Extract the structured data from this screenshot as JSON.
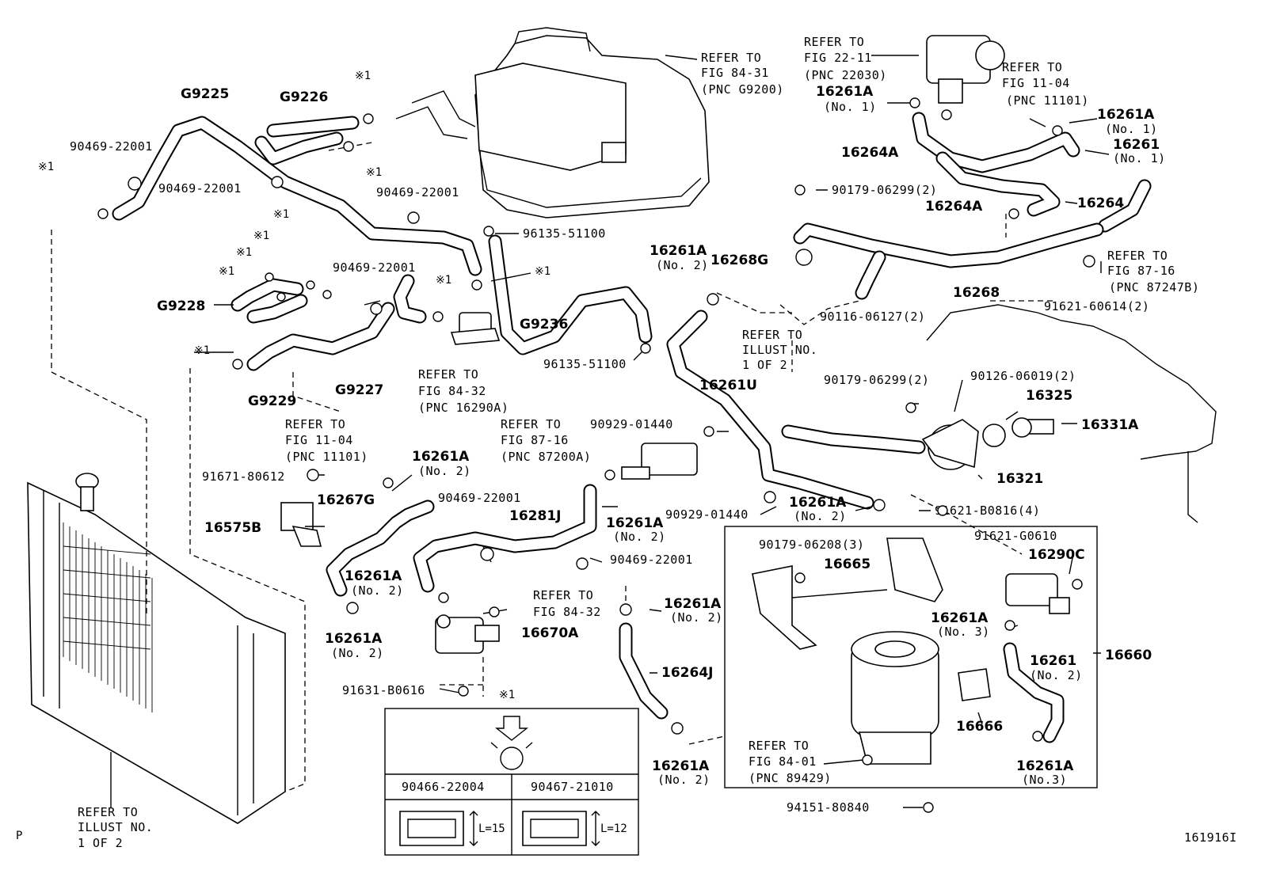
{
  "diagram_id": "161916I",
  "page_marker": "P",
  "callouts": {
    "g9225": "G9225",
    "g9226": "G9226",
    "g9228": "G9228",
    "g9229": "G9229",
    "g9227": "G9227",
    "g9236": "G9236",
    "c90469_a": "90469-22001",
    "c90469_b": "90469-22001",
    "c90469_c": "90469-22001",
    "c90469_d": "90469-22001",
    "c90469_e": "90469-22001",
    "c90469_f": "90469-22001",
    "x1_a": "※1",
    "x1_b": "※1",
    "x1_c": "※1",
    "x1_d": "※1",
    "x1_e": "※1",
    "x1_f": "※1",
    "x1_g": "※1",
    "x1_h": "※1",
    "x1_i": "※1",
    "x1_j": "※1",
    "c96135_a": "96135-51100",
    "c96135_b": "96135-51100",
    "ref_8431_a": "REFER TO",
    "ref_8431_b": "FIG 84-31",
    "ref_8431_c": "(PNC G9200)",
    "ref_2211_a": "REFER TO",
    "ref_2211_b": "FIG 22-11",
    "ref_2211_c": "(PNC 22030)",
    "ref_1104a_a": "REFER TO",
    "ref_1104a_b": "FIG 11-04",
    "ref_1104a_c": "(PNC 11101)",
    "c16261a_1": "16261A",
    "c16261a_1n": "(No. 1)",
    "c16261a_2": "16261A",
    "c16261a_2n": "(No. 1)",
    "c16261_1": "16261",
    "c16261_1n": "(No. 1)",
    "c16264a_1": "16264A",
    "c16264a_2": "16264A",
    "c16264": "16264",
    "c90179_a": "90179-06299(2)",
    "ref_8716a_a": "REFER TO",
    "ref_8716a_b": "FIG 87-16",
    "ref_8716a_c": "(PNC 87247B)",
    "c16261a_3": "16261A",
    "c16261a_3n": "(No. 2)",
    "c16268g": "16268G",
    "c16268": "16268",
    "c90116": "90116-06127(2)",
    "c91621_60614": "91621-60614(2)",
    "ref_illust_a": "REFER TO",
    "ref_illust_b": "ILLUST NO.",
    "ref_illust_c": "1 OF 2",
    "c90179_b": "90179-06299(2)",
    "c90126": "90126-06019(2)",
    "c16325": "16325",
    "c16331a": "16331A",
    "c16321": "16321",
    "c16261u": "16261U",
    "ref_8432a_a": "REFER TO",
    "ref_8432a_b": "FIG 84-32",
    "ref_8432a_c": "(PNC 16290A)",
    "ref_1104b_a": "REFER TO",
    "ref_1104b_b": "FIG 11-04",
    "ref_1104b_c": "(PNC 11101)",
    "c16261a_4": "16261A",
    "c16261a_4n": "(No. 2)",
    "c91671": "91671-80612",
    "c16267g": "16267G",
    "c16575b": "16575B",
    "ref_8716b_a": "REFER TO",
    "ref_8716b_b": "FIG 87-16",
    "ref_8716b_c": "(PNC 87200A)",
    "c90929_a": "90929-01440",
    "c90929_b": "90929-01440",
    "c16281j": "16281J",
    "c16261a_5": "16261A",
    "c16261a_5n": "(No. 2)",
    "c16261a_6": "16261A",
    "c16261a_6n": "(No. 2)",
    "c91621_b0816": "91621-B0816(4)",
    "c16261a_7": "16261A",
    "c16261a_7n": "(No. 2)",
    "c16261a_8": "16261A",
    "c16261a_8n": "(No. 2)",
    "ref_8432b_a": "REFER TO",
    "ref_8432b_b": "FIG 84-32",
    "c16670a": "16670A",
    "c91631": "91631-B0616",
    "c16261a_9": "16261A",
    "c16261a_9n": "(No. 2)",
    "c16264j": "16264J",
    "c16261a_10": "16261A",
    "c16261a_10n": "(No. 2)",
    "c90179_c": "90179-06208(3)",
    "c16665": "16665",
    "c91621_g0610": "91621-G0610",
    "c16290c": "16290C",
    "c16261a_11": "16261A",
    "c16261a_11n": "(No. 3)",
    "c16660": "16660",
    "c16261_2": "16261",
    "c16261_2n": "(No. 2)",
    "c16666": "16666",
    "ref_8401_a": "REFER TO",
    "ref_8401_b": "FIG 84-01",
    "ref_8401_c": "(PNC 89429)",
    "c16261a_12": "16261A",
    "c16261a_12n": "(No.3)",
    "c94151": "94151-80840",
    "ref_rad_a": "REFER TO",
    "ref_rad_b": "ILLUST NO.",
    "ref_rad_c": "1 OF 2"
  },
  "legend": {
    "title": "※1",
    "left_part": "90466-22004",
    "right_part": "90467-21010",
    "left_length": "L=15",
    "right_length": "L=12"
  }
}
